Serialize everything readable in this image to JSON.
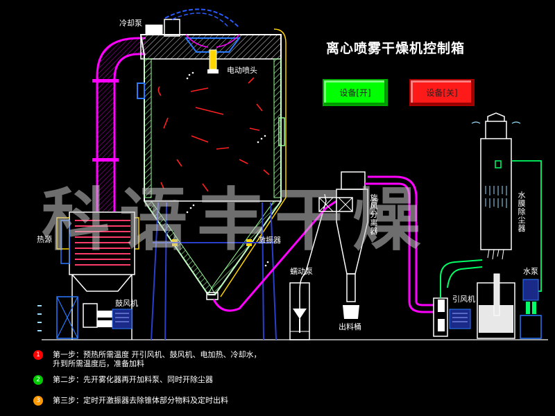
{
  "title": "离心喷雾干燥机控制箱",
  "buttons": {
    "on_label": "设备[开]",
    "off_label": "设备[关]"
  },
  "labels": {
    "cooling_pump": "冷却泵",
    "electric_nozzle": "电动喷头",
    "heat_source": "热源",
    "vibrator": "激振器",
    "blower": "鼓风机",
    "peristaltic_pump": "蠕动泵",
    "cyclone_separator": "旋风分离器",
    "discharge_bucket": "出料桶",
    "induced_fan": "引风机",
    "water_film_dust_collector": "水膜除尘器",
    "water_pump": "水泵"
  },
  "watermark": "科语丰干燥",
  "steps": [
    {
      "number": "1",
      "text_line1": "第一步：预热所需温度   开引风机、鼓风机、电加热、冷却水，",
      "text_line2": "升到所需温度后，准备加料",
      "color": "#ff0000"
    },
    {
      "number": "2",
      "text_line1": "第二步：先开雾化器再开加料泵、同时开除尘器",
      "text_line2": "",
      "color": "#00cc00"
    },
    {
      "number": "3",
      "text_line1": "第三步：定时开激振器去除锥体部分物料及定时出料",
      "text_line2": "",
      "color": "#ff9900"
    }
  ],
  "colors": {
    "background": "#000000",
    "button_on": "#00ff00",
    "button_off": "#ff1a1a",
    "structure": "#ffffff",
    "insulation": "#ff00ff",
    "water_pipe": "#00ff66",
    "frame": "#2a3fcc",
    "trace": "#ff2020"
  }
}
